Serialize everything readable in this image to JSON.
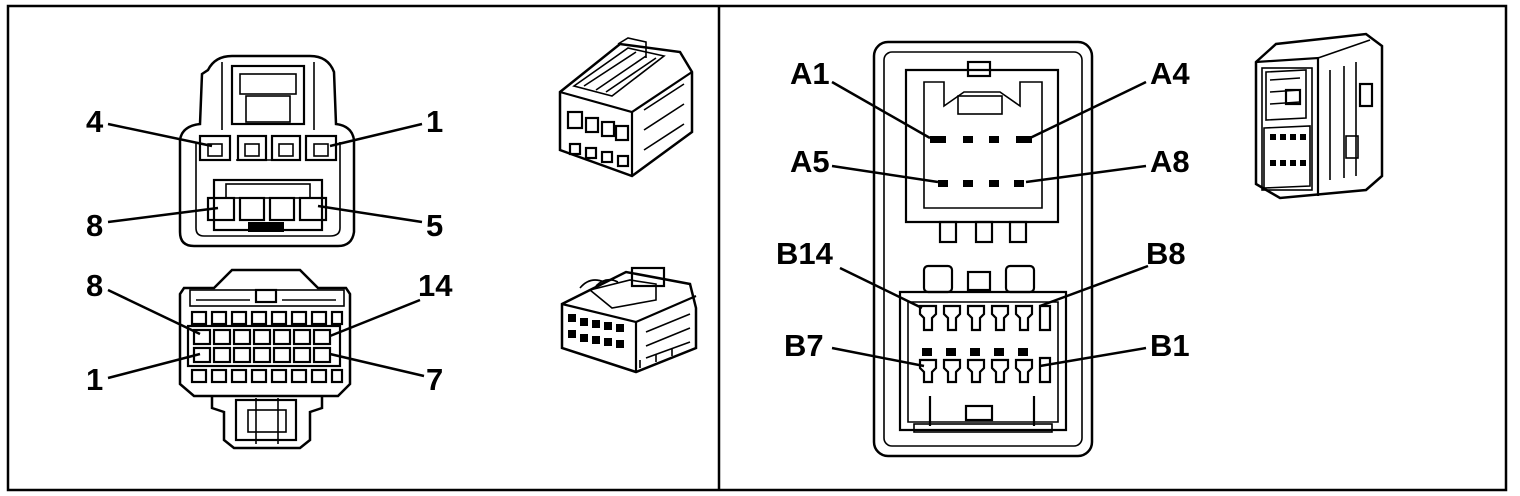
{
  "panels": {
    "left": {
      "upper_connector_labels": {
        "top_left": "4",
        "top_right": "1",
        "bottom_left": "8",
        "bottom_right": "5"
      },
      "lower_connector_labels": {
        "top_left": "8",
        "top_right": "14",
        "bottom_left": "1",
        "bottom_right": "7"
      }
    },
    "right": {
      "a_labels": {
        "top_left": "A1",
        "top_right": "A4",
        "bottom_left": "A5",
        "bottom_right": "A8"
      },
      "b_labels": {
        "top_left": "B14",
        "top_right": "B8",
        "bottom_left": "B7",
        "bottom_right": "B1"
      }
    }
  }
}
